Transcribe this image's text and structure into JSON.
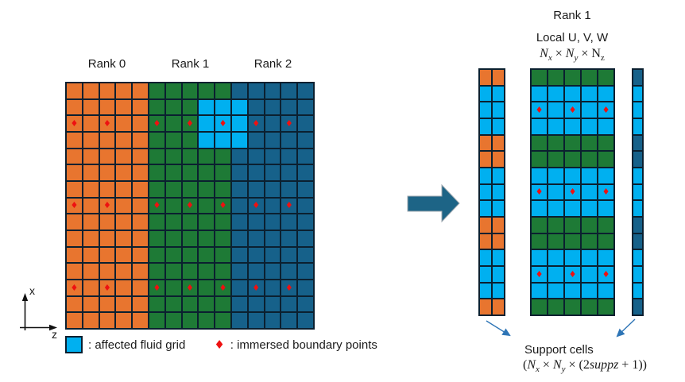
{
  "colors": {
    "orange": "#E8752F",
    "green": "#1E7A36",
    "teal": "#16618A",
    "cyan": "#00B0F0",
    "red": "#EE1111",
    "grid_line": "#0B2030",
    "big_arrow": "#1D6486",
    "thin_arrow": "#2E75B6"
  },
  "left_panel": {
    "rank_labels": [
      "Rank 0",
      "Rank 1",
      "Rank 2"
    ],
    "axis": {
      "x": "x",
      "z": "z"
    }
  },
  "legend": {
    "diamond_glyph": "♦",
    "affected_label": ": affected fluid grid",
    "ib_label": ": immersed boundary points"
  },
  "right_panel": {
    "title": "Rank 1",
    "subtitle": "Local U, V, W",
    "dims": {
      "n1": "N",
      "s1": "x",
      "x1": " × ",
      "n2": "N",
      "s2": "y",
      "x2": " × ",
      "n3": "N",
      "s3": "z"
    },
    "support_label": "Support cells",
    "formula": {
      "p1": "(",
      "n1": "N",
      "s1": "x",
      "x1": " × ",
      "n2": "N",
      "s2": "y",
      "x2": " × (2",
      "v": "suppz",
      "p3": " + 1))"
    }
  },
  "grids": {
    "main": {
      "rows": 15,
      "cols": 15,
      "col_colors": [
        "orange",
        "orange",
        "orange",
        "orange",
        "orange",
        "green",
        "green",
        "green",
        "green",
        "green",
        "teal",
        "teal",
        "teal",
        "teal",
        "teal"
      ],
      "affected_block": {
        "row_start": 1,
        "row_end": 3,
        "col_start": 8,
        "col_end": 10
      },
      "diamond_rows": [
        2,
        7,
        12
      ],
      "diamond_cols": [
        0,
        2,
        5,
        7,
        9,
        11,
        13
      ]
    },
    "strip_row_pattern": [
      "base",
      "cyan",
      "cyan",
      "cyan",
      "base",
      "base",
      "cyan",
      "cyan",
      "cyan",
      "base",
      "base",
      "cyan",
      "cyan",
      "cyan",
      "base"
    ],
    "strips": [
      {
        "id": "strip-left",
        "cols": 2,
        "base": "orange"
      },
      {
        "id": "strip-middle",
        "cols": 5,
        "base": "green",
        "diamond_cols": [
          0,
          2,
          4
        ]
      },
      {
        "id": "strip-right",
        "cols": 1,
        "base": "teal"
      }
    ]
  }
}
